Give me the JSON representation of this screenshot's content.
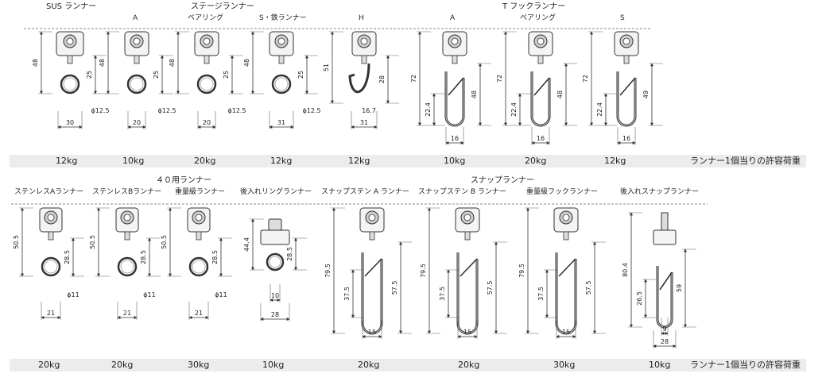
{
  "row1": {
    "groups": {
      "stage": "ステージランナー",
      "thook": "T フックランナー"
    },
    "items": [
      {
        "label": "SUS ランナー",
        "h": "48",
        "h2": "25",
        "w": "30",
        "phi": "ϕ12.5",
        "weight": "12kg"
      },
      {
        "label": "A",
        "h": "48",
        "h2": "25",
        "w": "20",
        "phi": "ϕ12.5",
        "weight": "10kg"
      },
      {
        "label": "ベアリング",
        "h": "48",
        "h2": "25",
        "w": "20",
        "phi": "ϕ12.5",
        "weight": "20kg"
      },
      {
        "label": "S・鉄ランナー",
        "h": "48",
        "h2": "25",
        "w": "31",
        "phi": "ϕ12.5",
        "weight": "12kg"
      },
      {
        "label": "H",
        "h": "51",
        "h2": "28",
        "w": "31",
        "d": "16.7",
        "weight": "12kg"
      },
      {
        "label": "A",
        "h": "72",
        "h2": "48",
        "h3": "22.4",
        "w": "16",
        "weight": "10kg"
      },
      {
        "label": "ベアリング",
        "h": "72",
        "h2": "48",
        "h3": "22.4",
        "w": "16",
        "weight": "20kg"
      },
      {
        "label": "S",
        "h": "72",
        "h2": "49",
        "h3": "22.4",
        "w": "16",
        "weight": "12kg"
      }
    ],
    "note": "ランナー1個当りの許容荷重"
  },
  "row2": {
    "groups": {
      "forty": "４０用ランナー",
      "snap": "スナップランナー"
    },
    "items": [
      {
        "label": "ステンレスAランナー",
        "h": "50.5",
        "h2": "28.5",
        "w": "21",
        "phi": "ϕ11",
        "weight": "20kg"
      },
      {
        "label": "ステンレスBランナー",
        "h": "50.5",
        "h2": "28.5",
        "w": "21",
        "phi": "ϕ11",
        "weight": "20kg"
      },
      {
        "label": "重量級ランナー",
        "h": "50.5",
        "h2": "28.5",
        "w": "21",
        "phi": "ϕ11",
        "weight": "30kg"
      },
      {
        "label": "後入れリングランナー",
        "h": "44.4",
        "h2": "28.5",
        "w": "28",
        "w2": "10",
        "weight": "10kg"
      },
      {
        "label": "スナップステン A ランナー",
        "h": "79.5",
        "h2": "57.5",
        "h3": "37.5",
        "w": "15",
        "weight": "20kg"
      },
      {
        "label": "スナップステン B ランナー",
        "h": "79.5",
        "h2": "57.5",
        "h3": "37.5",
        "w": "15",
        "weight": "20kg"
      },
      {
        "label": "重量級フックランナー",
        "h": "79.5",
        "h2": "57.5",
        "h3": "37.5",
        "w": "15",
        "weight": "30kg"
      },
      {
        "label": "後入れスナップランナー",
        "h": "80.4",
        "h2": "59",
        "h3": "26.5",
        "w": "28",
        "w2": "9",
        "weight": "10kg"
      }
    ],
    "note": "ランナー1個当りの許容荷重"
  }
}
